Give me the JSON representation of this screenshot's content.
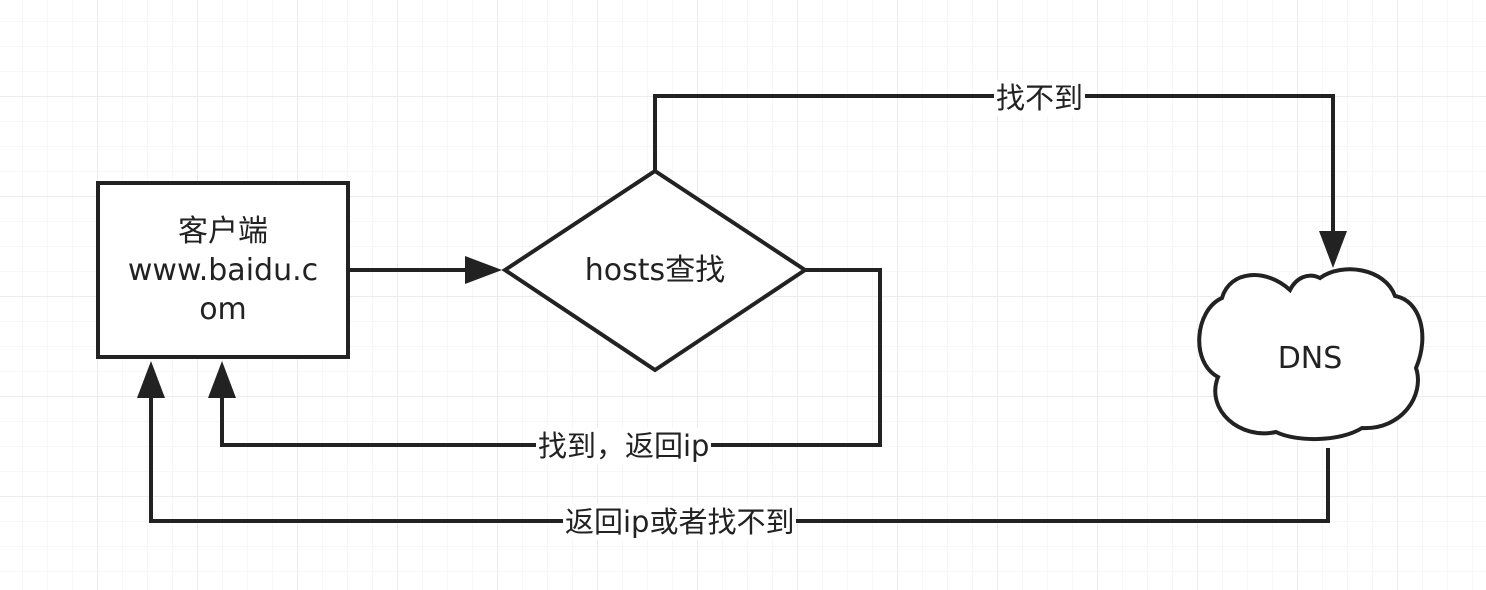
{
  "nodes": {
    "client": {
      "line1": "客户端",
      "line2": "www.baidu.c",
      "line3": "om"
    },
    "hosts": {
      "label": "hosts查找"
    },
    "dns": {
      "label": "DNS"
    }
  },
  "edges": {
    "not_found": {
      "label": "找不到"
    },
    "found": {
      "label": "找到，返回ip"
    },
    "dns_return": {
      "label": "返回ip或者找不到"
    }
  },
  "colors": {
    "stroke": "#222222",
    "fill": "#ffffff",
    "grid": "#ececec"
  }
}
